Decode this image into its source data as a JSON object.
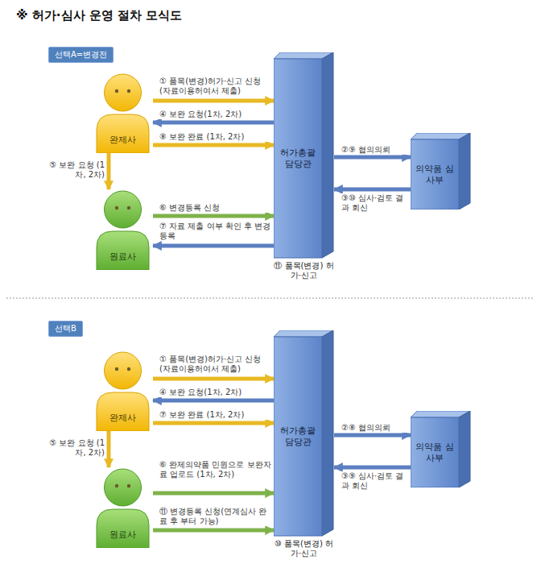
{
  "diagram": {
    "title": "※ 허가·심사 운영 절차 모식도",
    "nodes": [
      {
        "text": [
          "선택A=변경전"
        ]
      },
      {
        "text": [
          "완제사"
        ]
      },
      {
        "text": [
          "허가총괄 담당관",
          "⑪ 품목(변경) 허가·신고"
        ]
      },
      {
        "text": [
          "의약품 심사부"
        ]
      },
      {
        "text": [
          "원료사"
        ]
      },
      {
        "text": [
          "선택B"
        ]
      },
      {
        "text": [
          "완제사"
        ]
      },
      {
        "text": [
          "허가총괄 담당관",
          "⑩ 품목(변경) 허가·신고"
        ]
      },
      {
        "text": [
          "의약품 심사부"
        ]
      },
      {
        "text": [
          "원료사"
        ]
      }
    ],
    "edges": [
      {
        "from": 1,
        "to": 2,
        "arrow": "to",
        "label": "① 품목(변경)허가·신고 신청 (자료이용허여서 제출)"
      },
      {
        "from": 2,
        "to": 1,
        "arrow": "to",
        "label": "④ 보완 요청(1차, 2차)"
      },
      {
        "from": 1,
        "to": 2,
        "arrow": "to",
        "label": "⑧ 보완 완료 (1차, 2차)"
      },
      {
        "from": 1,
        "to": 4,
        "arrow": "to",
        "label": "⑤ 보완 요청 (1차, 2차)"
      },
      {
        "from": 4,
        "to": 2,
        "arrow": "to",
        "label": "⑥ 변경등록 신청"
      },
      {
        "from": 2,
        "to": 4,
        "arrow": "to",
        "label": "⑦ 자료 제출 여부 확인 후 변경등록"
      },
      {
        "from": 2,
        "to": 3,
        "arrow": "to",
        "label": "②⑨ 협의의뢰"
      },
      {
        "from": 3,
        "to": 2,
        "arrow": "to",
        "label": "③⑩ 심사·검토 결과 회신"
      },
      {
        "from": 6,
        "to": 7,
        "arrow": "to",
        "label": "① 품목(변경)허가·신고 신청 (자료이용허여서 제출)"
      },
      {
        "from": 7,
        "to": 6,
        "arrow": "to",
        "label": "④ 보완 요청(1차, 2차)"
      },
      {
        "from": 6,
        "to": 7,
        "arrow": "to",
        "label": "⑦ 보완 완료 (1차, 2차)"
      },
      {
        "from": 6,
        "to": 9,
        "arrow": "to",
        "label": "⑤ 보완 요청 (1차, 2차)"
      },
      {
        "from": 9,
        "to": 7,
        "arrow": "to",
        "label": "⑥ 완제의약품 민원으로 보완자료 업로드 (1차, 2차)"
      },
      {
        "from": 9,
        "to": 7,
        "arrow": "to",
        "label": "⑪ 변경등록 신청(연계심사 완료 후 부터 가능)"
      },
      {
        "from": 7,
        "to": 8,
        "arrow": "to",
        "label": "②⑧ 협의의뢰"
      },
      {
        "from": 8,
        "to": 7,
        "arrow": "to",
        "label": "③⑨ 심사·검토 결과 회신"
      }
    ]
  }
}
